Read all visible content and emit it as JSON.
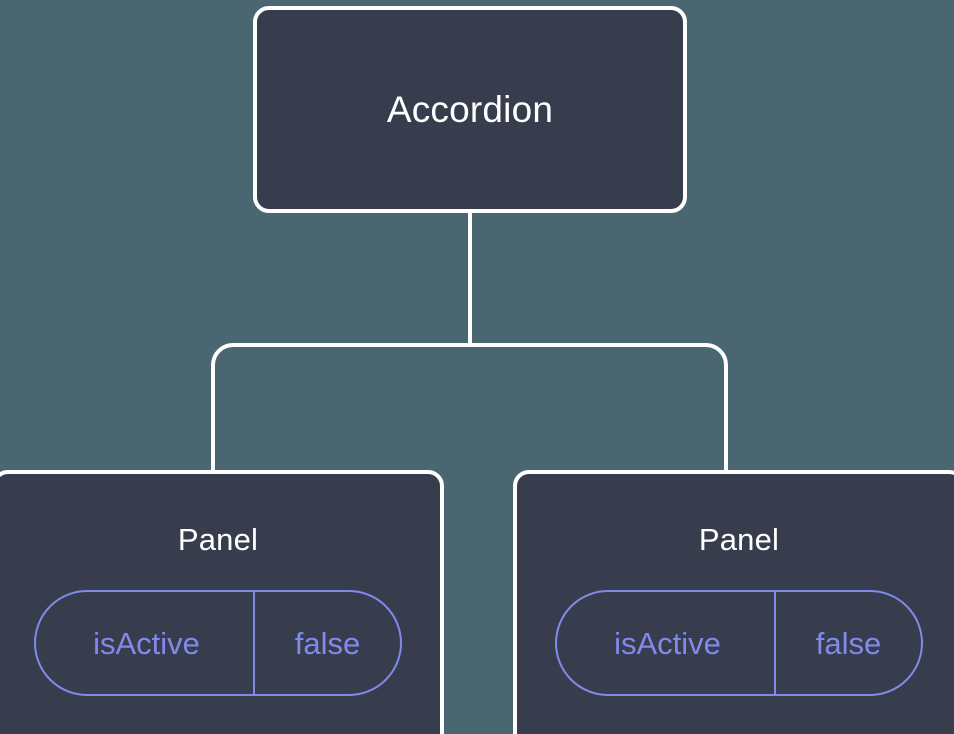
{
  "diagram": {
    "type": "component-tree",
    "background_color": "#4A6671",
    "node_fill_color": "#373D4C",
    "node_border_color": "#FFFFFF",
    "edge_color": "#FFFFFF",
    "prop_accent_color": "#8189EC",
    "root": {
      "title": "Accordion"
    },
    "children": [
      {
        "title": "Panel",
        "props": [
          {
            "key": "isActive",
            "value": "false"
          }
        ]
      },
      {
        "title": "Panel",
        "props": [
          {
            "key": "isActive",
            "value": "false"
          }
        ]
      }
    ]
  }
}
